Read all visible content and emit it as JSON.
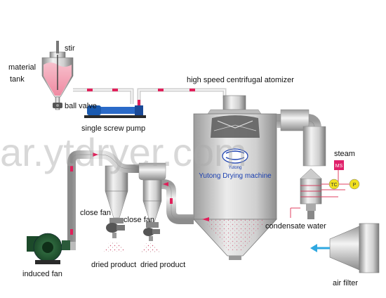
{
  "labels": {
    "stir": "stir",
    "material_tank_line1": "material",
    "material_tank_line2": "tank",
    "ball_valve": "ball valve",
    "single_screw_pump": "single screw pump",
    "atomizer": "high speed centrifugal atomizer",
    "steam": "steam",
    "ms_badge": "MS",
    "tc_badge": "TC",
    "p_badge": "P",
    "close_fan_1": "close fan",
    "close_fan_2": "close fan",
    "dried_product_1": "dried product",
    "dried_product_2": "dried product",
    "condensate_water": "condensate water",
    "induced_fan": "induced fan",
    "air_filter": "air filter"
  },
  "branding": {
    "logo_text": "Yutong",
    "company": "Yutong Drying machine"
  },
  "watermark": "ar.ytdryer.com",
  "colors": {
    "pipe": "#d8d8d8",
    "flow_marker": "#e0205a",
    "slurry": "#f4a6b8",
    "badge_pink": "#e0206a",
    "badge_yellow": "#f0e020",
    "brand_blue": "#1a3fb0",
    "air_arrow": "#30a8e0"
  }
}
